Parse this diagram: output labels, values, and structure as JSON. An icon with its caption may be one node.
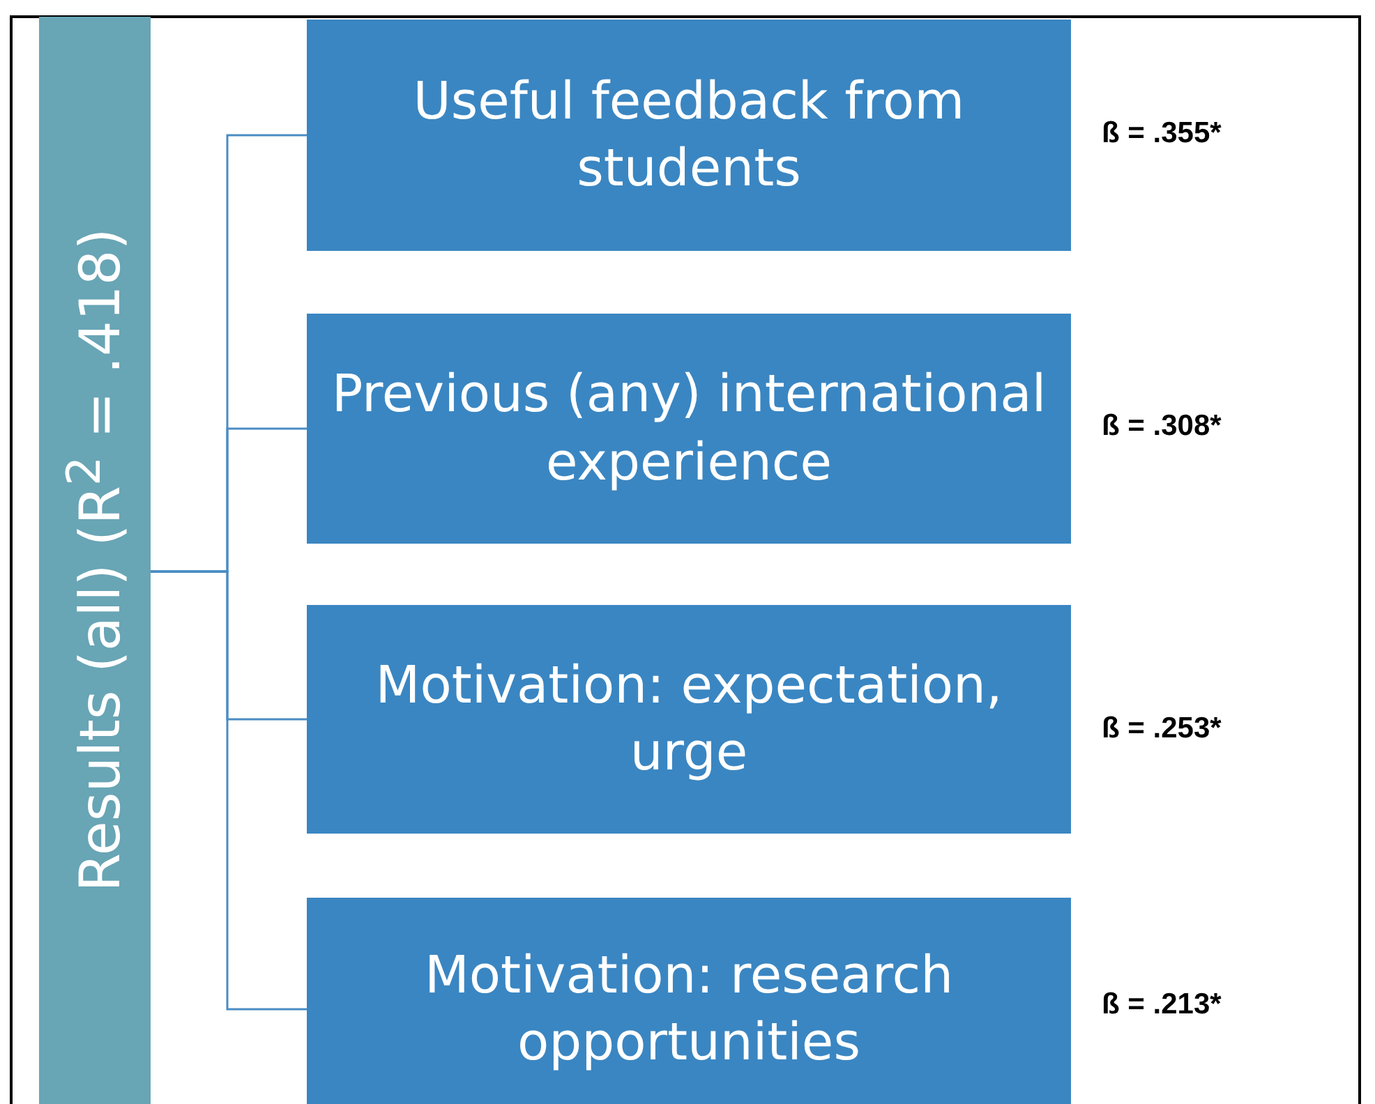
{
  "diagram": {
    "nodes": [
      {
        "text": [
          "Results (all) (R$^{2}$ = .418)"
        ]
      },
      {
        "text": [
          "Useful feedback from students"
        ],
        "beside": [
          "ß = .355*"
        ]
      },
      {
        "text": [
          "Previous (any) international experience"
        ],
        "beside": [
          "ß = .308*"
        ]
      },
      {
        "text": [
          "Motivation: expectation, urge"
        ],
        "beside": [
          "ß = .253*"
        ]
      },
      {
        "text": [
          "Motivation: research opportunities"
        ],
        "beside": [
          "ß = .213*"
        ]
      }
    ],
    "edges": [
      {
        "from": 0,
        "to": 1,
        "arrow": "none"
      },
      {
        "from": 0,
        "to": 2,
        "arrow": "none"
      },
      {
        "from": 0,
        "to": 3,
        "arrow": "none"
      },
      {
        "from": 0,
        "to": 4,
        "arrow": "none"
      }
    ]
  }
}
